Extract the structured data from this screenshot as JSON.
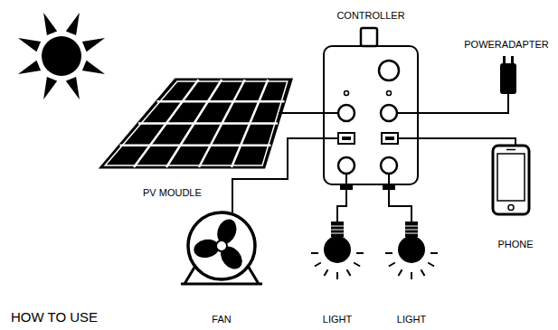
{
  "diagram": {
    "title": "HOW TO USE",
    "nodes": [
      {
        "text": [
          "CONTROLLER"
        ]
      },
      {
        "text": [
          "POWERADAPTER"
        ]
      },
      {
        "text": [
          "PV MOUDLE"
        ]
      },
      {
        "text": [
          "PHONE"
        ]
      },
      {
        "text": [
          "FAN"
        ]
      },
      {
        "text": [
          "LIGHT"
        ]
      },
      {
        "text": [
          "LIGHT"
        ]
      }
    ],
    "edges": [
      {
        "from": 2,
        "to": 0,
        "arrow": "none"
      },
      {
        "from": 1,
        "to": 0,
        "arrow": "none"
      },
      {
        "from": 3,
        "to": 0,
        "arrow": "none"
      },
      {
        "from": 4,
        "to": 0,
        "arrow": "none"
      },
      {
        "from": 5,
        "to": 0,
        "arrow": "none"
      },
      {
        "from": 6,
        "to": 0,
        "arrow": "none"
      }
    ]
  }
}
